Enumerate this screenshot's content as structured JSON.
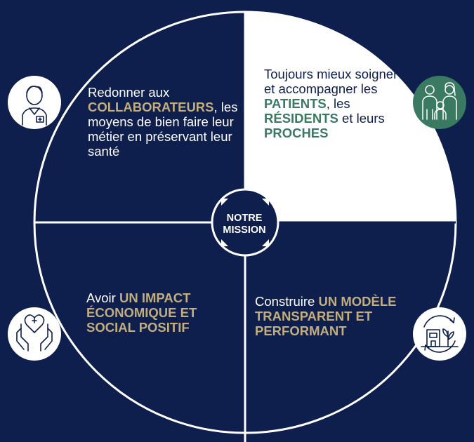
{
  "center": {
    "line1": "NOTRE",
    "line2": "MISSION"
  },
  "quadrants": {
    "top_left": {
      "icon": "medical-staff-icon",
      "parts": [
        {
          "t": "Redonner aux ",
          "s": "light"
        },
        {
          "t": "COLLABORATEURS",
          "s": "gold"
        },
        {
          "t": ", les moyens de bien faire leur métier en préservant leur santé",
          "s": "light"
        }
      ]
    },
    "top_right": {
      "icon": "family-icon",
      "parts": [
        {
          "t": "Toujours mieux soigner et accompagner les ",
          "s": "dark"
        },
        {
          "t": "PATIENTS",
          "s": "green"
        },
        {
          "t": ", les ",
          "s": "dark"
        },
        {
          "t": "RÉSIDENTS",
          "s": "green"
        },
        {
          "t": " et leurs ",
          "s": "dark"
        },
        {
          "t": "PROCHES",
          "s": "green"
        }
      ]
    },
    "bottom_left": {
      "icon": "hands-heart-icon",
      "parts": [
        {
          "t": "Avoir ",
          "s": "light"
        },
        {
          "t": "UN IMPACT ÉCONOMIQUE ET SOCIAL POSITIF",
          "s": "gold"
        }
      ]
    },
    "bottom_right": {
      "icon": "building-plant-cycle-icon",
      "parts": [
        {
          "t": "Construire ",
          "s": "light"
        },
        {
          "t": "UN MODÈLE TRANSPARENT ET PERFORMANT",
          "s": "gold"
        }
      ]
    }
  },
  "colors": {
    "background": "#0e1f4d",
    "quadrant_highlight": "#ffffff",
    "accent_gold": "#c2ad7e",
    "accent_green": "#3b7a62"
  }
}
